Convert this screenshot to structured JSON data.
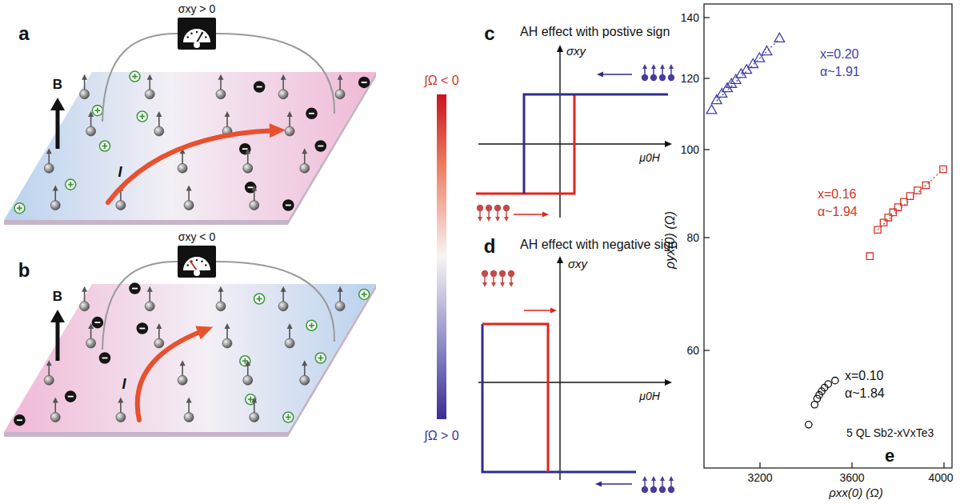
{
  "diagram": {
    "labels": [
      "a",
      "σxy > 0",
      "B",
      "I",
      "b",
      "σxy < 0",
      "B",
      "I",
      "∫Ω < 0",
      "∫Ω > 0",
      "c",
      "AH effect with postive sign",
      "σxy",
      "μ0H",
      "d",
      "AH effect with negative sign",
      "σxy",
      "μ0H",
      "e",
      "140",
      "120",
      "100",
      "80",
      "60",
      "3200",
      "3600",
      "4000",
      "ρyx(0) (Ω)",
      "ρxx(0) (Ω)",
      "x=0.20",
      "α~1.91",
      "x=0.16",
      "α~1.94",
      "x=0.10",
      "α~1.84",
      "5 QL Sb2-xVxTe3"
    ]
  }
}
